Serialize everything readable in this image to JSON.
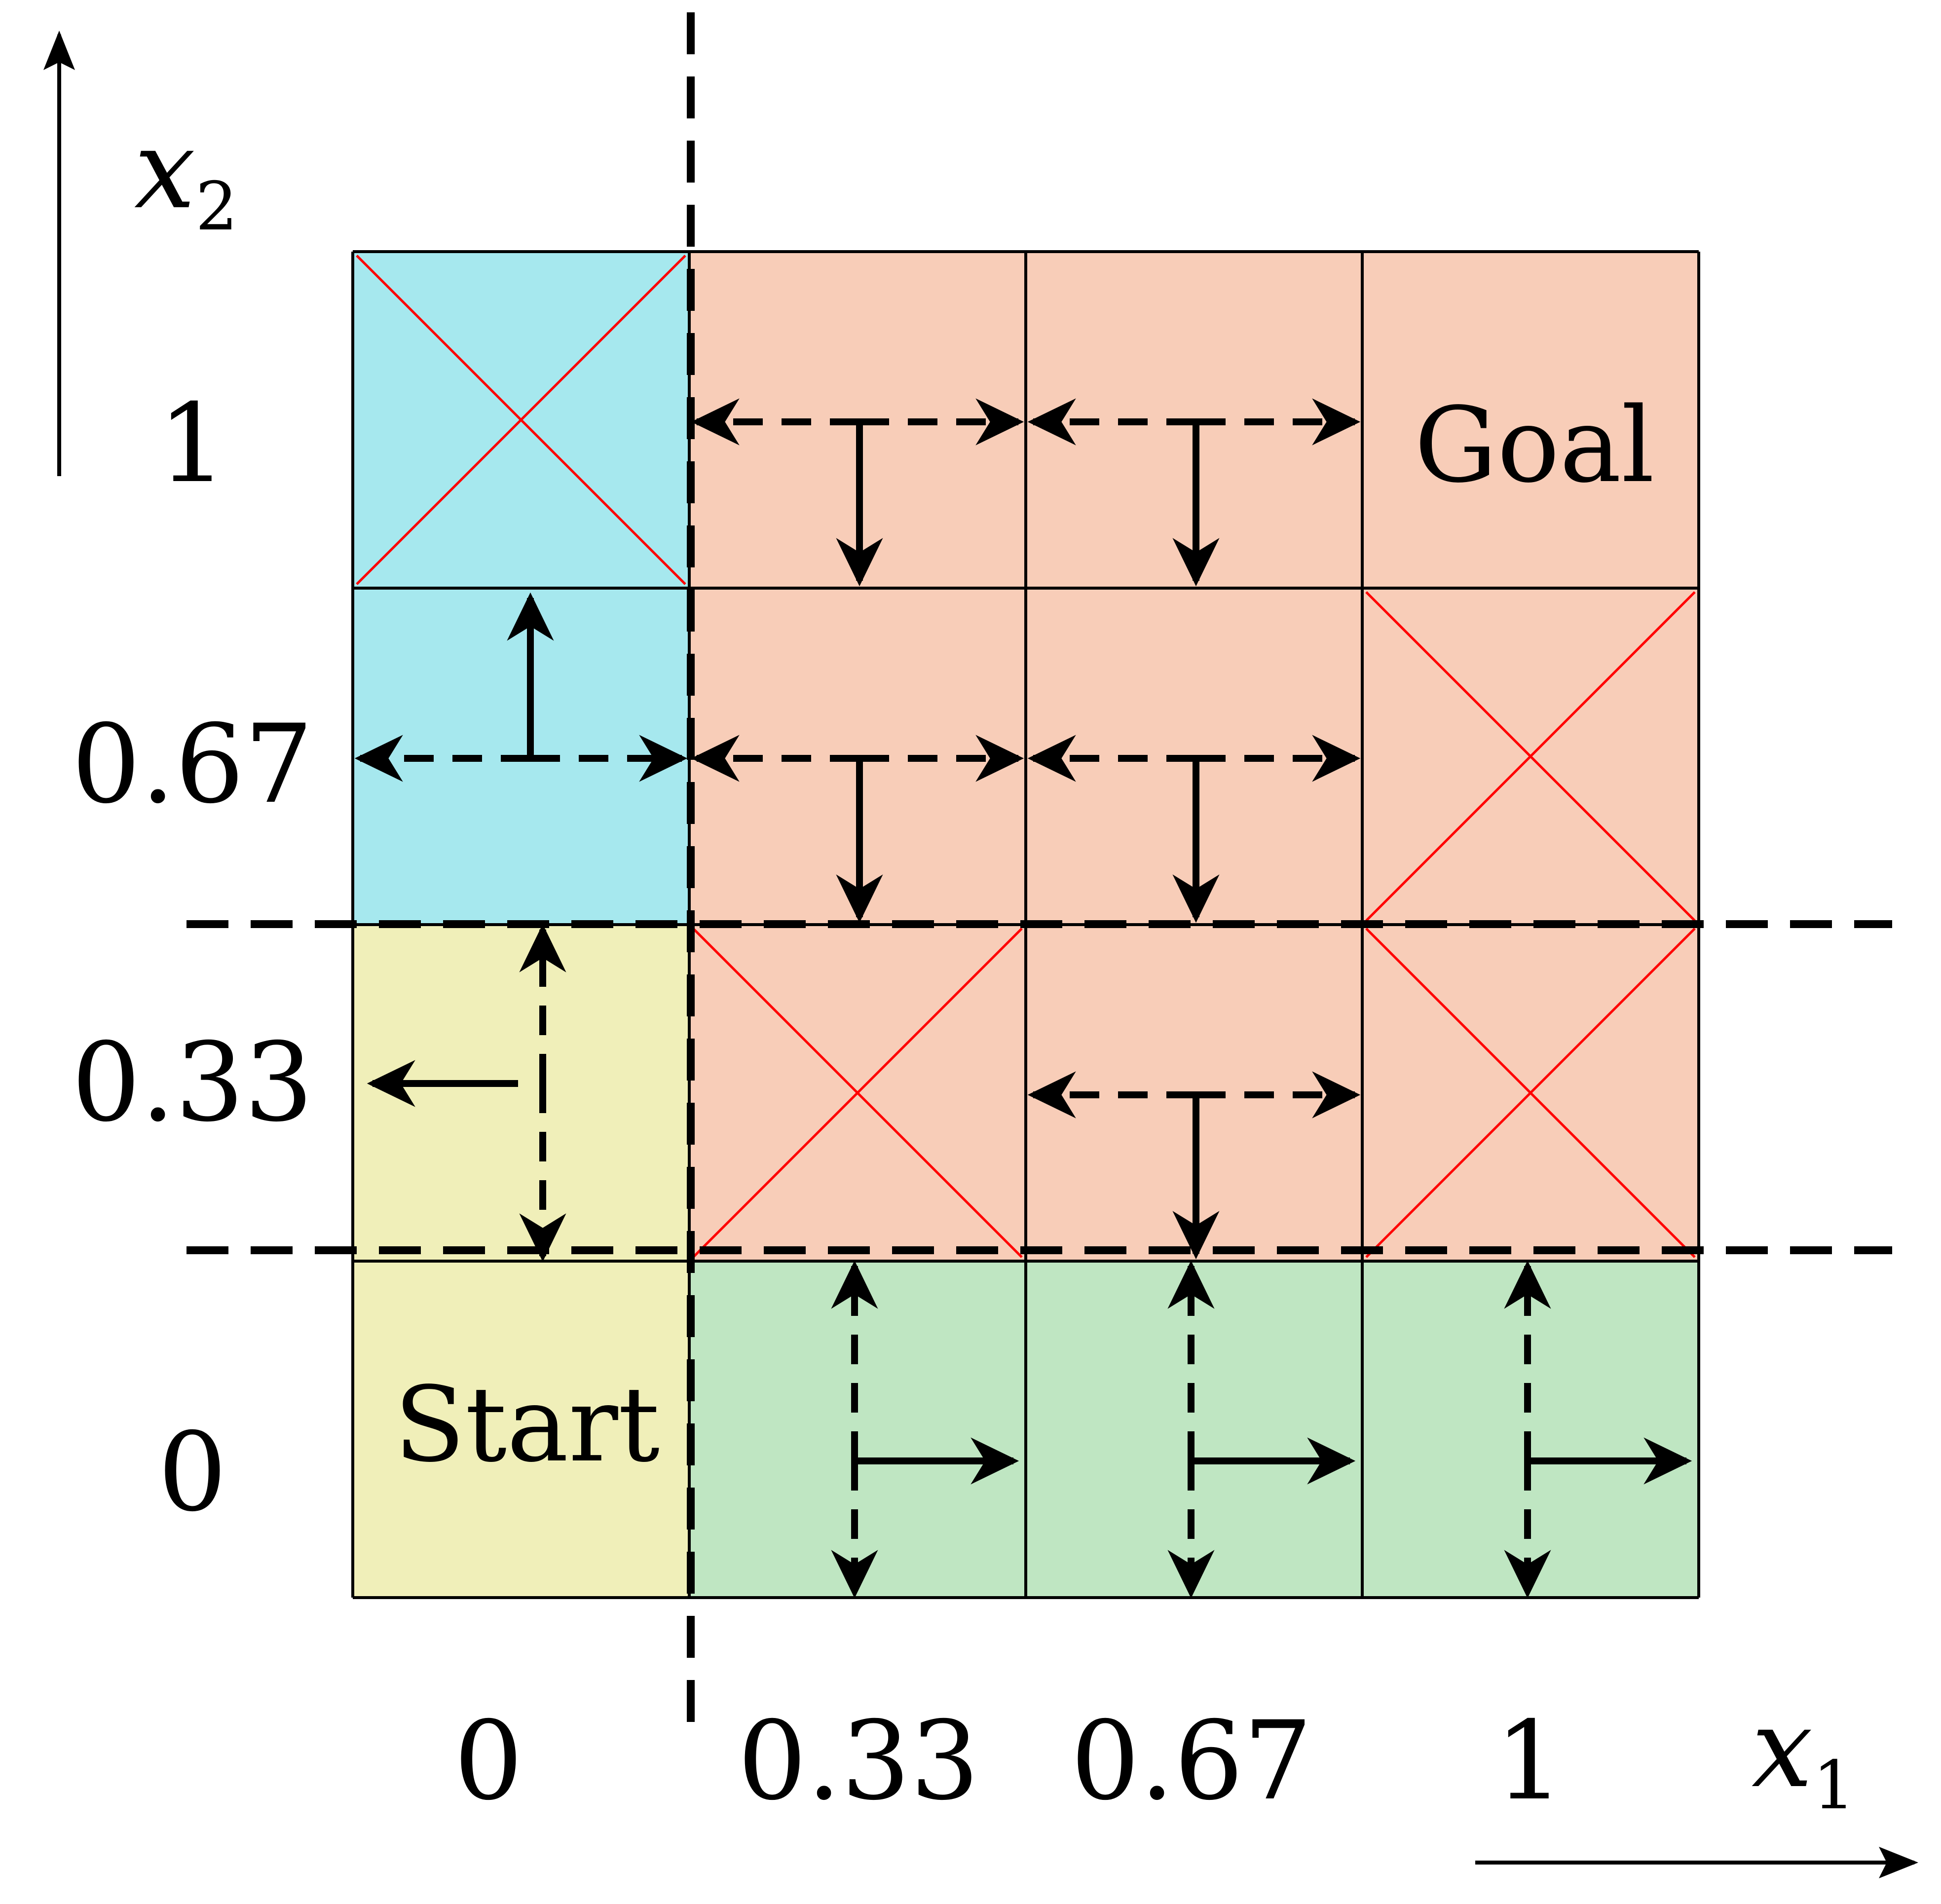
{
  "axes": {
    "x_label": "x",
    "x_sub": "1",
    "y_label": "x",
    "y_sub": "2",
    "x_ticks": [
      "0",
      "0.33",
      "0.67",
      "1"
    ],
    "y_ticks": [
      "0",
      "0.33",
      "0.67",
      "1"
    ]
  },
  "grid": {
    "rows": 4,
    "cols": 4
  },
  "colors": {
    "cyan": "#a6e8ee",
    "salmon": "#f8cdb8",
    "yellow": "#f0efb9",
    "green": "#bfe6c2",
    "cross": "#ff0000",
    "ink": "#000000"
  },
  "labels": {
    "start": "Start",
    "goal": "Goal"
  },
  "cells": [
    {
      "col": 0,
      "row": 3,
      "color": "cyan",
      "blocked": true
    },
    {
      "col": 1,
      "row": 3,
      "color": "salmon",
      "arrows": [
        "left-d",
        "right-d",
        "down"
      ]
    },
    {
      "col": 2,
      "row": 3,
      "color": "salmon",
      "arrows": [
        "left-d",
        "right-d",
        "down"
      ]
    },
    {
      "col": 3,
      "row": 3,
      "color": "salmon",
      "label": "goal"
    },
    {
      "col": 0,
      "row": 2,
      "color": "cyan",
      "arrows": [
        "left-d",
        "right-d",
        "up"
      ]
    },
    {
      "col": 1,
      "row": 2,
      "color": "salmon",
      "arrows": [
        "left-d",
        "right-d",
        "down"
      ]
    },
    {
      "col": 2,
      "row": 2,
      "color": "salmon",
      "arrows": [
        "left-d",
        "right-d",
        "down"
      ]
    },
    {
      "col": 3,
      "row": 2,
      "color": "salmon",
      "blocked": true
    },
    {
      "col": 0,
      "row": 1,
      "color": "yellow",
      "arrows": [
        "up-d",
        "down-d",
        "left"
      ]
    },
    {
      "col": 1,
      "row": 1,
      "color": "salmon",
      "blocked": true
    },
    {
      "col": 2,
      "row": 1,
      "color": "salmon",
      "arrows": [
        "left-d",
        "right-d",
        "down"
      ]
    },
    {
      "col": 3,
      "row": 1,
      "color": "salmon",
      "blocked": true
    },
    {
      "col": 0,
      "row": 0,
      "color": "yellow",
      "label": "start"
    },
    {
      "col": 1,
      "row": 0,
      "color": "green",
      "arrows": [
        "up-d",
        "down-d",
        "right"
      ]
    },
    {
      "col": 2,
      "row": 0,
      "color": "green",
      "arrows": [
        "up-d",
        "down-d",
        "right"
      ]
    },
    {
      "col": 3,
      "row": 0,
      "color": "green",
      "arrows": [
        "up-d",
        "down-d",
        "right"
      ]
    }
  ]
}
